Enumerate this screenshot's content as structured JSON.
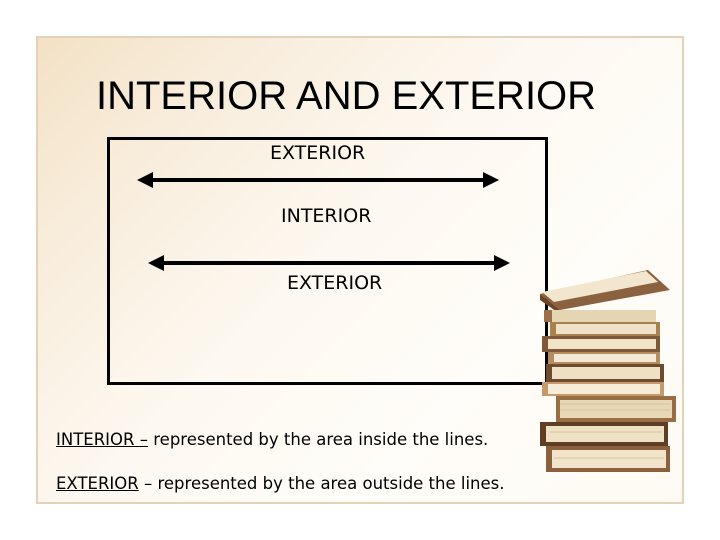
{
  "title": "INTERIOR AND EXTERIOR",
  "diagram": {
    "top_label": "EXTERIOR",
    "middle_label": "INTERIOR",
    "bottom_label": "EXTERIOR"
  },
  "definitions": [
    {
      "term": "INTERIOR ",
      "separator": "–",
      "text": " represented by the area inside the lines."
    },
    {
      "term": "EXTERIOR",
      "separator": " –",
      "text": " represented by the area outside the lines."
    }
  ],
  "colors": {
    "background_gradient": "#f3e1c4",
    "frame_border": "#e2d3b8",
    "diagram_stroke": "#000000"
  },
  "decoration": {
    "image": "book-stack-icon"
  }
}
